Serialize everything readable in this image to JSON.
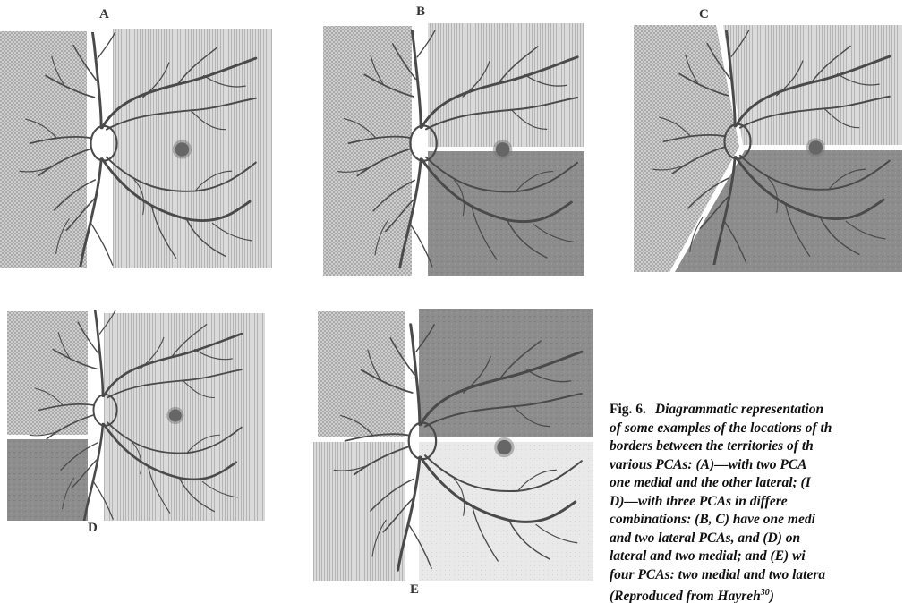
{
  "panels": {
    "a_label": "A",
    "b_label": "B",
    "c_label": "C",
    "d_label": "D",
    "e_label": "E"
  },
  "caption": {
    "figure_label": "Fig. 6.",
    "lines": [
      "Diagrammatic representation",
      "of some examples of the locations of th",
      "borders between the territories of th",
      "various PCAs: (A)—with two PCA",
      "one medial and the other lateral; (I",
      "D)—with three PCAs in differe",
      "combinations: (B, C) have one medi",
      "and two lateral PCAs, and (D) on",
      "lateral and two medial; and (E) wi",
      "four PCAs: two medial and two latera",
      "(Reproduced from Hayreh",
      "30",
      ")"
    ]
  }
}
